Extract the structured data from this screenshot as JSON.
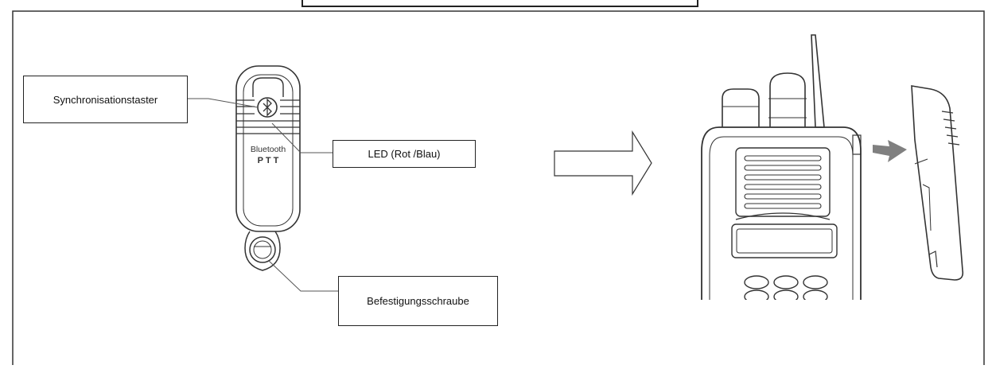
{
  "labels": {
    "sync_button": "Synchronisationstaster",
    "led": "LED (Rot /Blau)",
    "screw": "Befestigungsschraube"
  },
  "device": {
    "brand_text": "Bluetooth",
    "model_text": "P T T"
  },
  "colors": {
    "line": "#222222",
    "frame": "#333333",
    "arrow_fill": "#808080"
  }
}
